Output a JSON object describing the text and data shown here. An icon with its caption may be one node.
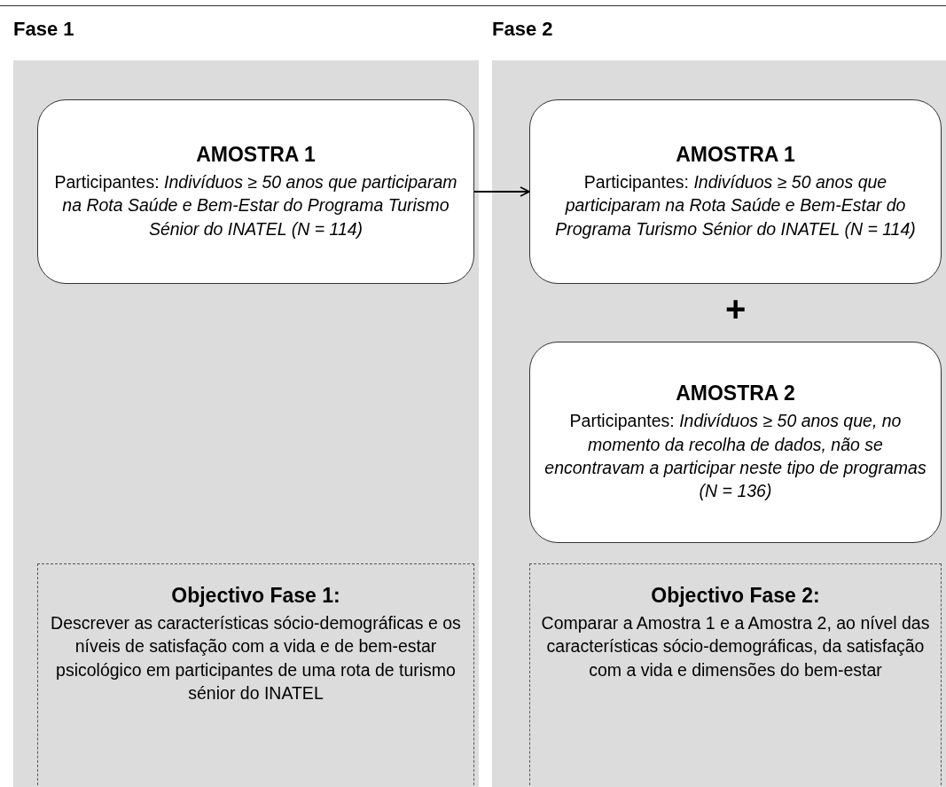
{
  "diagram": {
    "nodes": [
      {
        "text": [
          "Fase 1"
        ]
      },
      {
        "text": [
          "AMOSTRA 1",
          "Participantes: *Indivíduos ≥ 50 anos que participaram na Rota Saúde e Bem-Estar do Programa Turismo Sénior do INATEL (N = 114)*"
        ],
        "in": 0
      },
      {
        "text": [
          "Objectivo Fase 1:",
          "Descrever as características sócio-demográficas e os níveis de satisfação com a vida e de bem-estar psicológico em participantes de uma rota de turismo sénior do INATEL"
        ],
        "in": 0
      },
      {
        "text": [
          "Fase 2"
        ]
      },
      {
        "text": [
          "AMOSTRA 1",
          "Participantes: *Indivíduos ≥ 50 anos que participaram na Rota Saúde e Bem-Estar do Programa Turismo Sénior do INATEL (N = 114)*"
        ],
        "in": 3
      },
      {
        "text": [
          "AMOSTRA 2",
          "Participantes: *Indivíduos ≥ 50 anos que, no momento da recolha de dados, não se encontravam a participar neste tipo de programas (N = 136)*"
        ],
        "in": 3
      },
      {
        "text": [
          "Objectivo Fase 2:",
          "Comparar a Amostra 1 e a Amostra 2, ao nível das características sócio-demográficas, da satisfação com a vida e dimensões do bem-estar"
        ],
        "in": 3
      }
    ],
    "edges": [
      {
        "from": 1,
        "to": 4,
        "arrow": "to"
      }
    ],
    "labels": [
      "+"
    ]
  }
}
